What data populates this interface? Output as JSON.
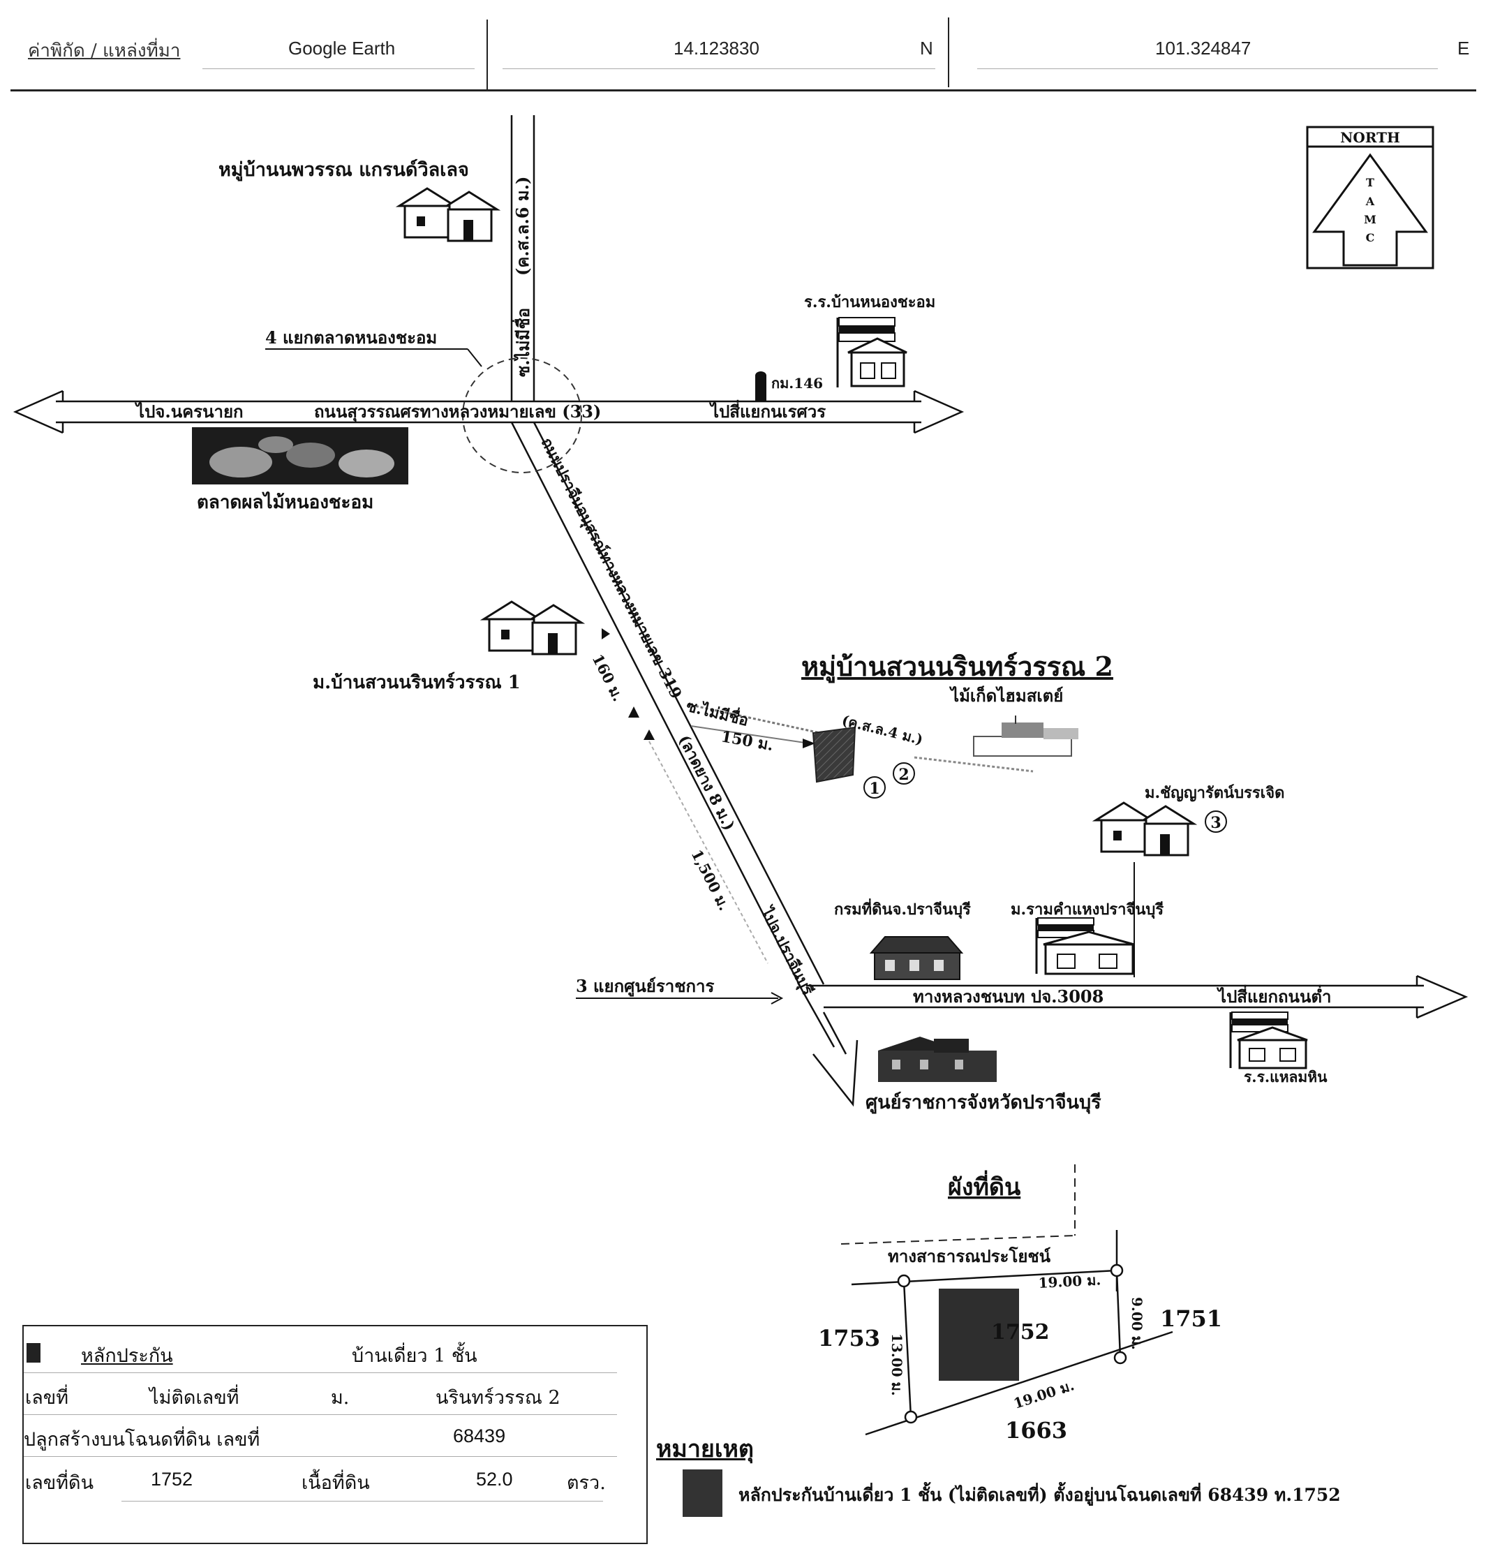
{
  "header": {
    "coord_label": "ค่าพิกัด / แหล่งที่มา",
    "source": "Google Earth",
    "latitude": "14.123830",
    "lat_dir": "N",
    "longitude": "101.324847",
    "lon_dir": "E"
  },
  "compass": {
    "label": "NORTH",
    "letters": [
      "T",
      "A",
      "M",
      "C"
    ]
  },
  "map_labels": {
    "village_top": "หมู่บ้านนพวรรณ แกรนด์วิลเลจ",
    "soi_name": "ซ.ไม่มีชื่อ",
    "soi_width": "(ค.ส.ล.6 ม.)",
    "school_top": "ร.ร.บ้านหนองชะอม",
    "km_marker": "กม.146",
    "intersection_4": "4 แยกตลาดหนองชะอม",
    "to_left": "ไปจ.นครนายก",
    "highway_33": "ถนนสุวรรณศรทางหลวงหมายเลข (33)",
    "to_right_top": "ไปสี่แยกนเรศวร",
    "fruit_market": "ตลาดผลไม้หนองชะอม",
    "highway_319": "ถนนปราจีนอนุสรณ์ทางหลวงหมายเลข 319",
    "hw319_lanes": "(ลาดยาง 8 ม.)",
    "village_1": "ม.บ้านสวนนรินทร์วรรณ 1",
    "dist_160": "160 ม.",
    "village_2": "หมู่บ้านสวนนรินทร์วรรณ 2",
    "bike_shop": "ไม้เก็ดไฮมสเตย์",
    "soi_2": "ซ.ไม่มีชื่อ",
    "soi_2_width": "(ค.ส.ล.4 ม.)",
    "dist_150": "150 ม.",
    "dist_1500": "1,500 ม.",
    "marker_1": "1",
    "marker_2": "2",
    "marker_3": "3",
    "village_3": "ม.ชัญญารัตน์บรรเจิด",
    "land_dept": "กรมที่ดินจ.ปราจีนบุรี",
    "ramkhamhaeng": "ม.รามคำแหงปราจีนบุรี",
    "to_prachin": "ไปจ.ปราจีนบุรี",
    "intersection_3": "3 แยกศูนย์ราชการ",
    "rural_road": "ทางหลวงชนบท ปจ.3008",
    "to_right_bottom": "ไปสี่แยกถนนต่ำ",
    "school_bottom": "ร.ร.แหลมหิน",
    "gov_center": "ศูนย์ราชการจังหวัดปราจีนบุรี"
  },
  "land_plan": {
    "title": "ผังที่ดิน",
    "road": "ทางสาธารณประโยชน์",
    "parcel": "1752",
    "left_parcel": "1753",
    "right_parcel": "1751",
    "bottom_parcel": "1663",
    "top_dim": "19.00 ม.",
    "bottom_dim": "19.00 ม.",
    "left_dim": "13.00 ม.",
    "right_dim": "9.00 ม."
  },
  "info": {
    "collateral_label": "หลักประกัน",
    "collateral_type": "บ้านเดี่ยว 1 ชั้น",
    "house_no_label": "เลขที่",
    "house_no": "ไม่ติดเลขที่",
    "village_label": "ม.",
    "village": "นรินทร์วรรณ 2",
    "deed_label": "ปลูกสร้างบนโฉนดที่ดิน เลขที่",
    "deed_no": "68439",
    "land_no_label": "เลขที่ดิน",
    "land_no": "1752",
    "area_label": "เนื้อที่ดิน",
    "area": "52.0",
    "area_unit": "ตรว."
  },
  "legend": {
    "title": "หมายเหตุ",
    "text": "หลักประกันบ้านเดี่ยว 1 ชั้น (ไม่ติดเลขที่) ตั้งอยู่บนโฉนดเลขที่ 68439 ท.1752"
  }
}
